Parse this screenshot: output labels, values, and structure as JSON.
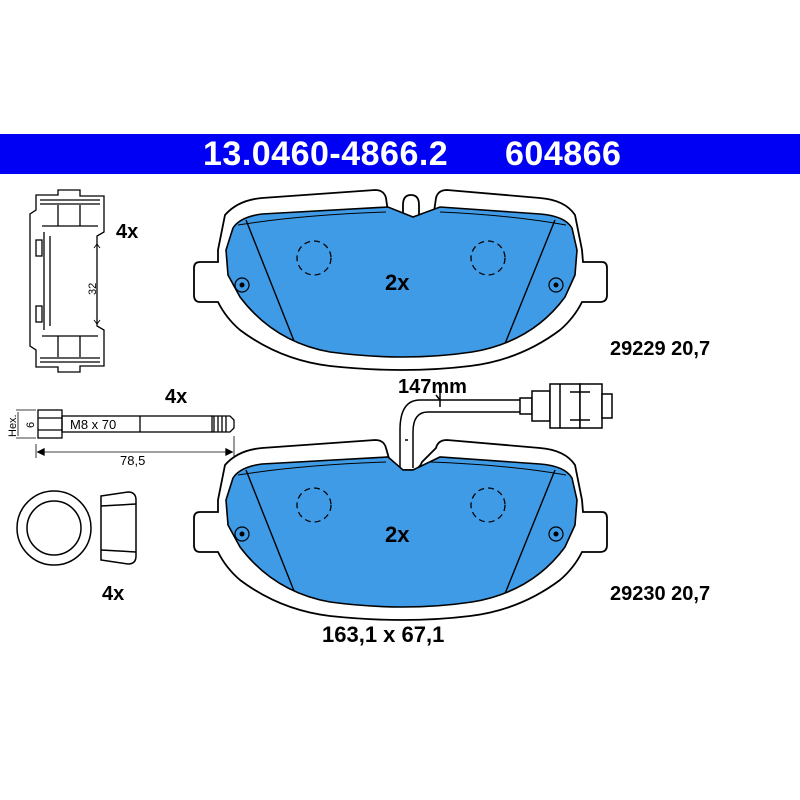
{
  "header": {
    "part_number": "13.0460-4866.2",
    "short_number": "604866",
    "background_color": "#0000f5",
    "text_color": "#ffffff"
  },
  "pads": {
    "fill_color": "#3f9be6",
    "upper": {
      "quantity": "2x",
      "code": "29229 20,7"
    },
    "lower": {
      "quantity": "2x",
      "code": "29230 20,7",
      "sensor_length": "147mm"
    },
    "dimensions": "163,1 x 67,1"
  },
  "clip": {
    "quantity": "4x",
    "dimension": "32"
  },
  "bolt": {
    "quantity": "4x",
    "thread": "M8 x 70",
    "length": "78,5",
    "hex_label": "Hex.",
    "hex_size": "6"
  },
  "bushing": {
    "quantity": "4x"
  }
}
